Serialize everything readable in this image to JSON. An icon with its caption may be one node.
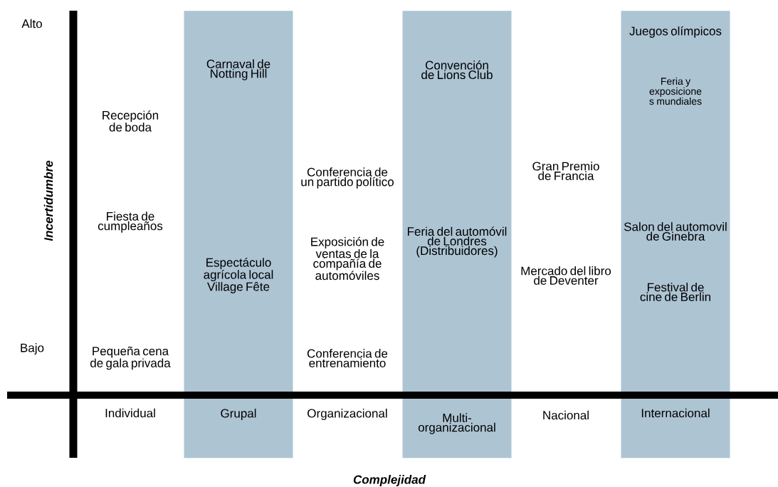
{
  "diagram": {
    "nodes": [
      {
        "text": [
          "Carnaval de Notting Hill",
          "Espectáculo agrícola local Village Fête",
          "Grupal"
        ]
      },
      {
        "text": [
          "Convención de Lions Club",
          "Feria del automóvil de Londres (Distribuidores)",
          "Multi- organizacional"
        ]
      },
      {
        "text": [
          "Juegos olímpicos",
          "Feria y exposicione s mundiales",
          "Salon del automovil de Ginebra",
          "Festival de cine de Berlin",
          "Internacional"
        ]
      }
    ],
    "labels": [
      "Alto",
      "Recepción de boda",
      "Fiesta de cumpleaños",
      "Bajo",
      "Pequeña cena de gala privada",
      "Incertidumbre",
      "Conferencia de un partido político",
      "Exposición de ventas de la compañía de automóviles",
      "Conferencia de entrenamiento",
      "Gran Premio de Francia",
      "Mercado del libro de Deventer",
      "Individual",
      "Organizacional",
      "Nacional",
      "Complejidad"
    ]
  }
}
